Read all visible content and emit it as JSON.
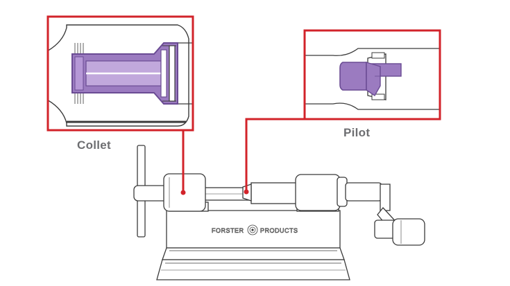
{
  "labels": {
    "collet": "Collet",
    "pilot": "Pilot"
  },
  "logo_text": "FORSTER PRODUCTS",
  "icons": [
    "collet-detail-illustration",
    "pilot-detail-illustration",
    "case-trimmer-illustration"
  ],
  "colors": {
    "callout_red": "#d2232a",
    "part_purple": "#9b7bc0",
    "part_purple_dark": "#6a4b93",
    "part_purple_light": "#c1a8dc",
    "line": "#3a3a3a",
    "label_gray": "#6d6e71"
  }
}
